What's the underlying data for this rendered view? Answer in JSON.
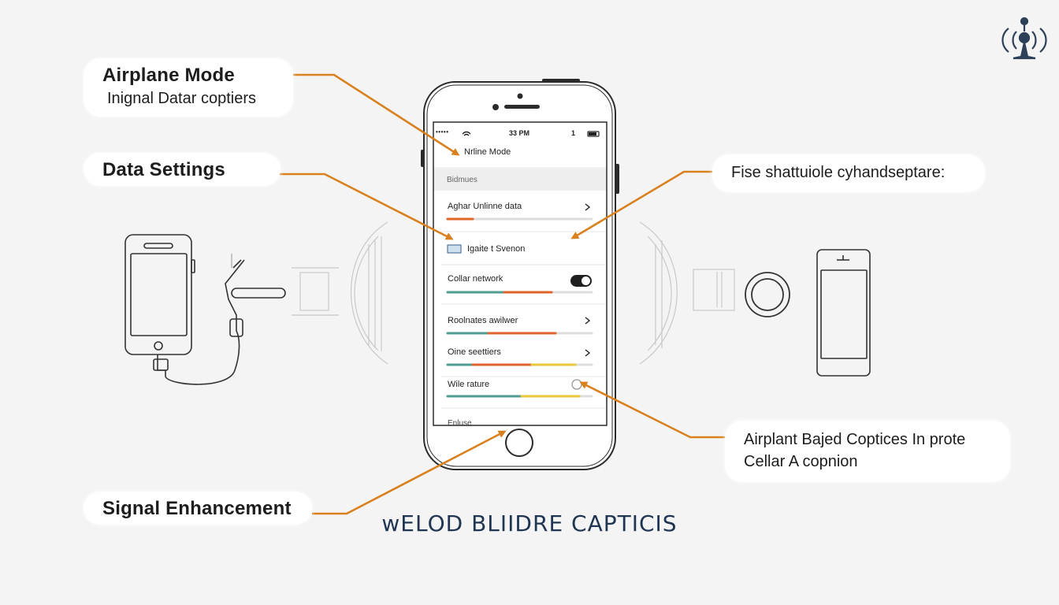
{
  "callouts": {
    "airplane_mode": {
      "title": "Airplane Mode",
      "subtitle": "Inignal Datar coptiers"
    },
    "data_settings": {
      "title": "Data Settings"
    },
    "signal_enhancement": {
      "title": "Signal Enhancement"
    },
    "right_top": {
      "text": "Fise shattuiole cyhandseptare:"
    },
    "right_bottom": {
      "line1": "Airplant Bajed Coptices In prote",
      "line2": "Cellar A copnion"
    }
  },
  "phone": {
    "status_bar": {
      "carrier": "•••••",
      "time": "33 PM",
      "battery": "1"
    },
    "header_title": "Nrline Mode",
    "section_label": "Bidmues",
    "rows": [
      {
        "label": "Aghar Unlinne data",
        "control": "chevron"
      },
      {
        "label": "Igaite t Svenon",
        "control": "none"
      },
      {
        "label": "Collar network",
        "control": "toggle-on"
      },
      {
        "label": "Roolnates awilwer",
        "control": "chevron"
      },
      {
        "label": "Oine seettiers",
        "control": "chevron"
      },
      {
        "label": "Wile rature",
        "control": "radio"
      }
    ],
    "footer_label": "Enluse"
  },
  "caption": "wELOD BLIIDRE CAPTICIS",
  "colors": {
    "accent_orange": "#d9811f",
    "bar_teal": "#4f9c91",
    "bar_red": "#e0632a",
    "bar_yellow": "#e9c93b",
    "outline": "#2b2b2b",
    "caption": "#1f3552",
    "logo": "#2c4058"
  },
  "icons": [
    "antenna-icon",
    "wifi-icon",
    "battery-icon",
    "chevron-right-icon",
    "toggle-switch-icon",
    "radio-button-icon",
    "image-icon"
  ]
}
